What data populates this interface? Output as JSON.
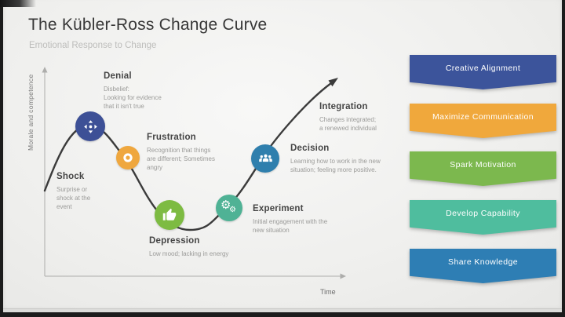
{
  "slide": {
    "title": "The Kübler-Ross Change Curve",
    "subtitle": "Emotional Response to Change"
  },
  "chart": {
    "y_axis_label": "Morale and competence",
    "x_axis_label": "Time",
    "curve_color": "#3b3b3b",
    "stages": [
      {
        "name": "Shock",
        "description": "Surprise or\nshock at the\nevent"
      },
      {
        "name": "Denial",
        "description": "Disbelief:\nLooking for evidence\nthat it isn't true",
        "icon": "move-icon",
        "color": "#3d5096"
      },
      {
        "name": "Frustration",
        "description": "Recognition that things\nare different; Sometimes\nangry",
        "icon": "ring-icon",
        "color": "#efa73e"
      },
      {
        "name": "Depression",
        "description": "Low mood; lacking in energy",
        "icon": "thumbs-up-icon",
        "color": "#7dbb42"
      },
      {
        "name": "Experiment",
        "description": "Initial engagement with the\nnew situation",
        "icon": "gears-icon",
        "color": "#4fb295"
      },
      {
        "name": "Decision",
        "description": "Learning how to work in the new\nsituation; feeling more positive.",
        "icon": "team-icon",
        "color": "#2f7fad"
      },
      {
        "name": "Integration",
        "description": "Changes integrated;\na renewed individual"
      }
    ]
  },
  "banners": [
    {
      "label": "Creative Alignment",
      "color": "#3c549b"
    },
    {
      "label": "Maximize Communication",
      "color": "#f0a83c"
    },
    {
      "label": "Spark Motivation",
      "color": "#7cb84e"
    },
    {
      "label": "Develop Capability",
      "color": "#4fbd9e"
    },
    {
      "label": "Share Knowledge",
      "color": "#2e7eb4"
    }
  ]
}
